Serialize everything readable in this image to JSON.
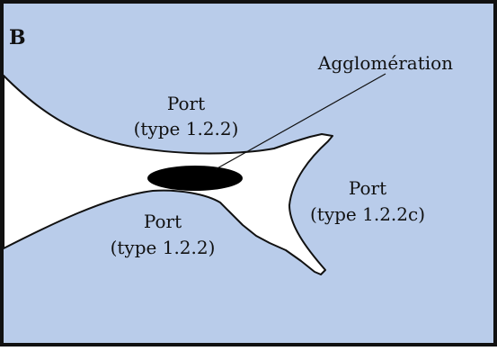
{
  "panel": {
    "letter": "B"
  },
  "labels": {
    "agglomeration": "Agglomération",
    "port_upper_line1": "Port",
    "port_upper_line2": "(type 1.2.2)",
    "port_lower_line1": "Port",
    "port_lower_line2": "(type 1.2.2)",
    "port_right_line1": "Port",
    "port_right_line2": "(type 1.2.2c)"
  },
  "colors": {
    "sea": "#b9ccea",
    "land": "#ffffff",
    "outline": "#111111",
    "settlement": "#000000"
  }
}
